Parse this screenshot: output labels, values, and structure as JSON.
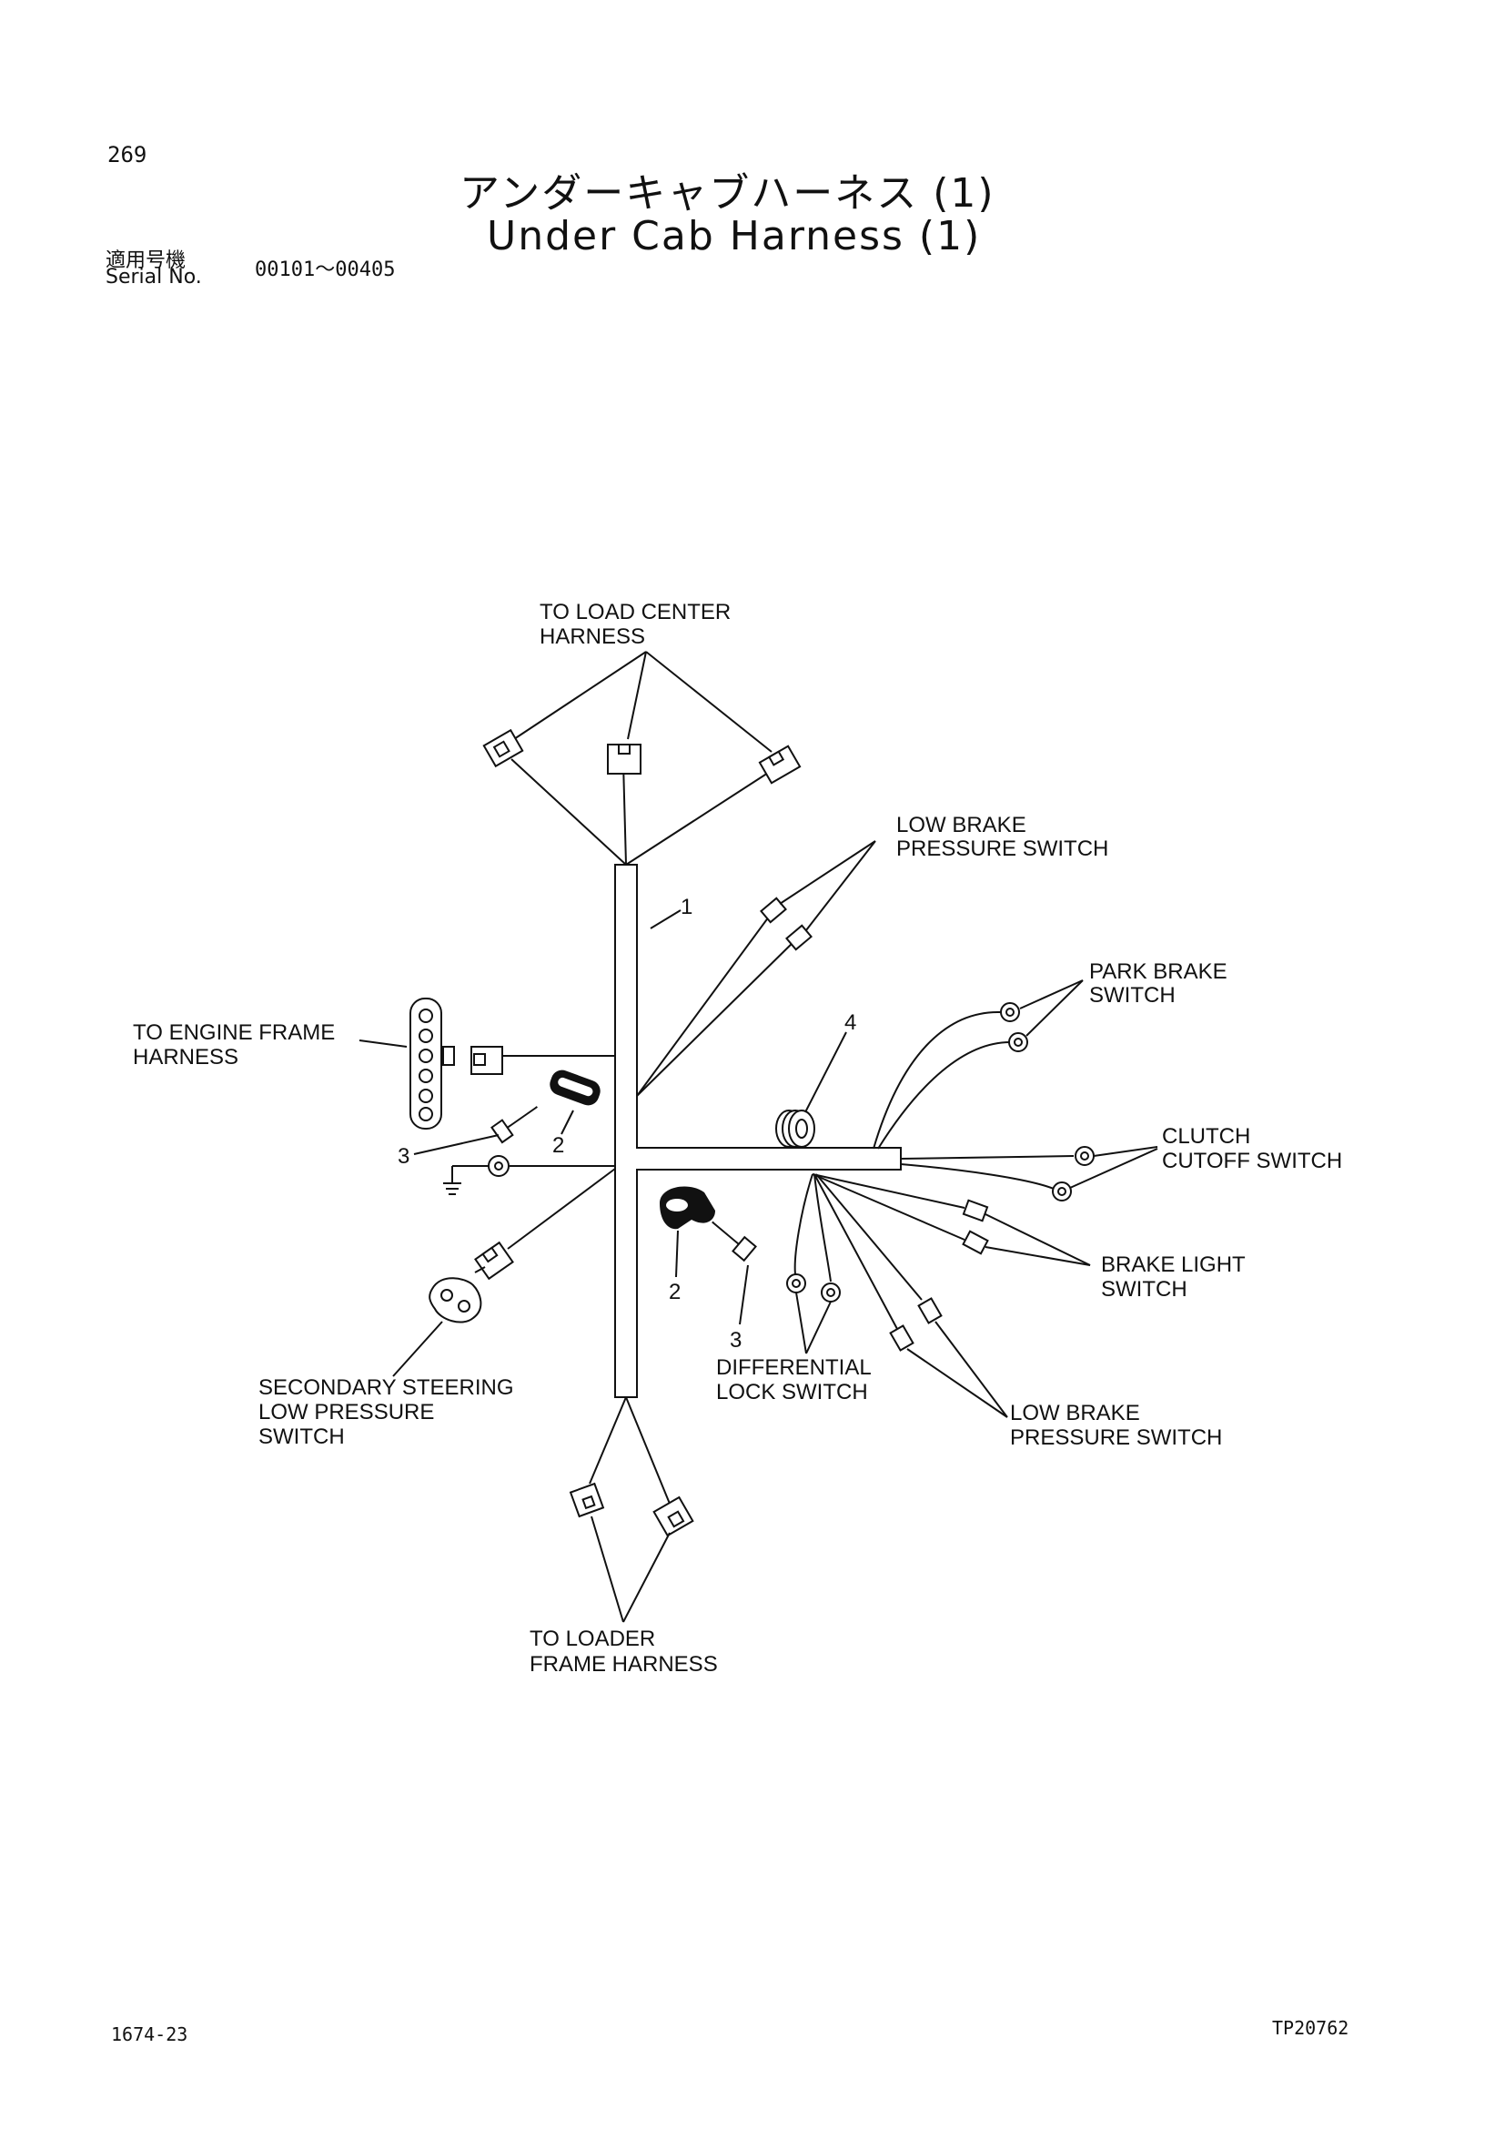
{
  "header": {
    "page_number": "269",
    "title_jp": "アンダーキャブハーネス (1)",
    "title_en": "Under Cab Harness (1)",
    "serial_label_jp": "適用号機",
    "serial_label_en": "Serial No.",
    "serial_range": "00101～00405"
  },
  "labels": {
    "load_center_1": "TO LOAD CENTER",
    "load_center_2": "HARNESS",
    "low_brake_top_1": "LOW BRAKE",
    "low_brake_top_2": "PRESSURE SWITCH",
    "park_brake_1": "PARK BRAKE",
    "park_brake_2": "SWITCH",
    "engine_frame_1": "TO ENGINE FRAME",
    "engine_frame_2": "HARNESS",
    "clutch_1": "CLUTCH",
    "clutch_2": "CUTOFF SWITCH",
    "brake_light_1": "BRAKE LIGHT",
    "brake_light_2": "SWITCH",
    "diff_lock_1": "DIFFERENTIAL",
    "diff_lock_2": "LOCK SWITCH",
    "low_brake_bottom_1": "LOW BRAKE",
    "low_brake_bottom_2": "PRESSURE SWITCH",
    "secondary_steering_1": "SECONDARY STEERING",
    "secondary_steering_2": "LOW PRESSURE",
    "secondary_steering_3": "SWITCH",
    "loader_frame_1": "TO LOADER",
    "loader_frame_2": "FRAME HARNESS"
  },
  "callouts": {
    "harness": "1",
    "clamp_upper": "2",
    "bolt_upper": "3",
    "grommet": "4",
    "clamp_lower": "2",
    "bolt_lower": "3"
  },
  "footer": {
    "left_code": "1674-23",
    "right_code": "TP20762"
  }
}
